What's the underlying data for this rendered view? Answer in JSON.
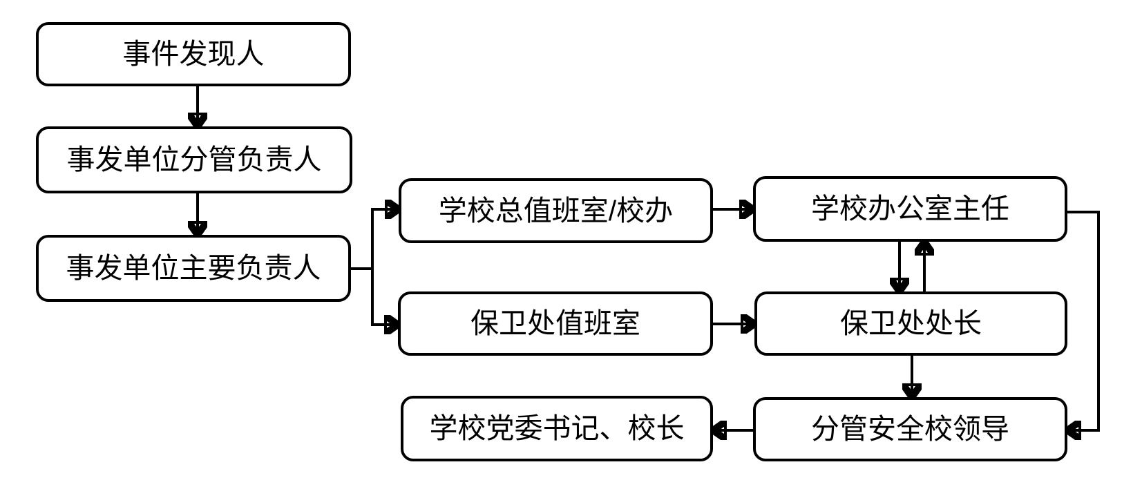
{
  "diagram": {
    "type": "flowchart",
    "background_color": "#ffffff",
    "line_color": "#000000",
    "text_color": "#000000",
    "nodes": [
      {
        "id": "incident-discoverer",
        "label": "事件发现人"
      },
      {
        "id": "unit-deputy-head",
        "label": "事发单位分管负责人"
      },
      {
        "id": "unit-main-head",
        "label": "事发单位主要负责人"
      },
      {
        "id": "school-duty-office",
        "label": "学校总值班室/校办"
      },
      {
        "id": "security-duty-room",
        "label": "保卫处值班室"
      },
      {
        "id": "school-office-director",
        "label": "学校办公室主任"
      },
      {
        "id": "security-dept-head",
        "label": "保卫处处长"
      },
      {
        "id": "safety-school-leader",
        "label": "分管安全校领导"
      },
      {
        "id": "party-secretary-principal",
        "label": "学校党委书记、校长"
      }
    ],
    "edges": [
      {
        "from": "incident-discoverer",
        "to": "unit-deputy-head",
        "style": "arrow-down"
      },
      {
        "from": "unit-deputy-head",
        "to": "unit-main-head",
        "style": "arrow-down"
      },
      {
        "from": "unit-main-head",
        "to": "school-duty-office",
        "style": "branch-right-up"
      },
      {
        "from": "unit-main-head",
        "to": "security-duty-room",
        "style": "branch-right-down"
      },
      {
        "from": "school-duty-office",
        "to": "school-office-director",
        "style": "arrow-right"
      },
      {
        "from": "security-duty-room",
        "to": "security-dept-head",
        "style": "arrow-right"
      },
      {
        "from": "school-office-director",
        "to": "security-dept-head",
        "style": "arrow-down"
      },
      {
        "from": "security-dept-head",
        "to": "school-office-director",
        "style": "arrow-up"
      },
      {
        "from": "school-office-director",
        "to": "safety-school-leader",
        "style": "route-right-side-down"
      },
      {
        "from": "security-dept-head",
        "to": "safety-school-leader",
        "style": "arrow-down"
      },
      {
        "from": "safety-school-leader",
        "to": "party-secretary-principal",
        "style": "arrow-left"
      }
    ]
  }
}
